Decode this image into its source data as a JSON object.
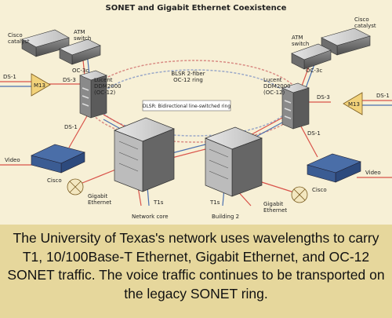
{
  "title": "SONET and Gigabit Ethernet Coexistence",
  "labels": {
    "cisco_left": [
      "Cisco",
      "catalyst"
    ],
    "atm_left": [
      "ATM",
      "switch"
    ],
    "cisco_right": [
      "Cisco",
      "catalyst"
    ],
    "atm_right": [
      "ATM",
      "switch"
    ],
    "oc3c_left": "OC-3c",
    "oc3c_right": "OC-3c",
    "ds1_left_top": "DS-1",
    "ds1_right_top": "DS-1",
    "ds3_left": "DS-3",
    "ds3_right": "DS-3",
    "m13_left": "M13",
    "m13_right": "M13",
    "lucent_left": [
      "Lucent",
      "DDM2000",
      "(OC-12)"
    ],
    "lucent_right": [
      "Lucent",
      "DDM2000",
      "(OC-12)"
    ],
    "ring": [
      "BLSR 2-fiber",
      "OC-12 ring"
    ],
    "ds1_left_low": "DS-1",
    "ds1_right_low": "DS-1",
    "video_left": "Video",
    "video_right": "Video",
    "cisco_phone_left": "Cisco",
    "cisco_phone_right": "Cisco",
    "gige_left": [
      "Gigabit",
      "Ethernet"
    ],
    "gige_right": [
      "Gigabit",
      "Ethernet"
    ],
    "t1s_left": "T1s",
    "t1s_right": "T1s",
    "network_core": "Network core",
    "building_2": "Building 2",
    "callout": "DLSR: Bidirectional line-switched ring"
  },
  "caption": "The University of Texas's network uses wavelengths to carry T1, 10/100Base-T Ethernet, Gigabit Ethernet, and OC-12 SONET traffic. The voice traffic continues to be transported on the legacy SONET ring.",
  "colors": {
    "background": "#f7f0d6",
    "caption_band": "#e6d79c",
    "sonet_link": "#d9534a",
    "ethernet_link": "#4a6fb0",
    "ring_inner": "#9aa8c8",
    "ring_outer": "#d98c84"
  }
}
